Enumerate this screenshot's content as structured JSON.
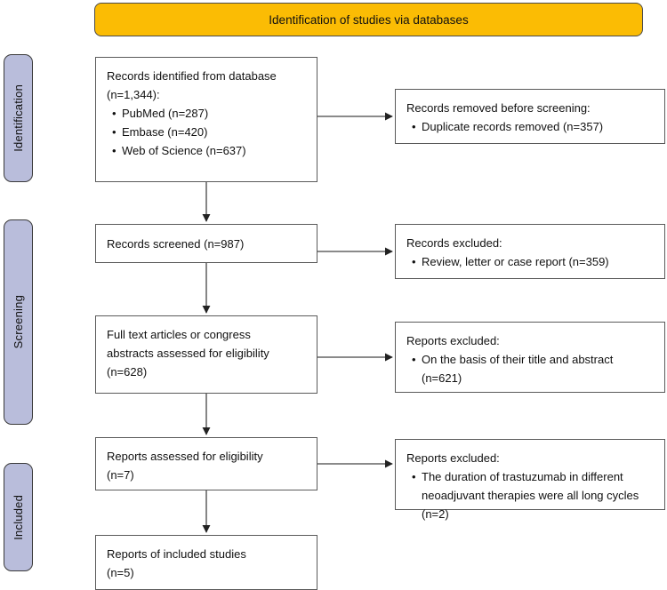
{
  "banner": {
    "label": "Identification of studies via databases",
    "color": "#FBBC04"
  },
  "stages": {
    "identification": "Identification",
    "screening": "Screening",
    "included": "Included",
    "color": "#b9bddb"
  },
  "boxes": {
    "identified": {
      "line1": "Records identified from database",
      "line2": "(n=1,344):",
      "items": [
        "PubMed (n=287)",
        "Embase (n=420)",
        "Web of Science (n=637)"
      ]
    },
    "removed": {
      "line1": "Records removed before screening:",
      "items": [
        "Duplicate records removed (n=357)"
      ]
    },
    "screened": {
      "line1": "Records screened (n=987)"
    },
    "excluded_1": {
      "line1": "Records excluded:",
      "items": [
        "Review, letter or case report (n=359)"
      ]
    },
    "fulltext": {
      "line1": "Full text articles or congress",
      "line2": "abstracts assessed for eligibility",
      "line3": "(n=628)"
    },
    "excluded_2": {
      "line1": "Reports excluded:",
      "items": [
        "On the basis of their title and abstract (n=621)"
      ]
    },
    "reports_assessed": {
      "line1": "Reports assessed for eligibility",
      "line2": "(n=7)"
    },
    "excluded_3": {
      "line1": "Reports excluded:",
      "items": [
        "The duration of trastuzumab in different neoadjuvant therapies were all long cycles (n=2)"
      ]
    },
    "included": {
      "line1": "Reports of included studies",
      "line2": "(n=5)"
    }
  },
  "chart_data": {
    "type": "diagram",
    "title": "PRISMA flow diagram",
    "nodes": [
      {
        "id": "identified",
        "stage": "Identification",
        "label": "Records identified from database (n=1,344): PubMed (n=287); Embase (n=420); Web of Science (n=637)",
        "n": 1344
      },
      {
        "id": "removed",
        "stage": "Identification",
        "label": "Records removed before screening: Duplicate records removed (n=357)",
        "n": 357
      },
      {
        "id": "screened",
        "stage": "Screening",
        "label": "Records screened (n=987)",
        "n": 987
      },
      {
        "id": "excluded_1",
        "stage": "Screening",
        "label": "Records excluded: Review, letter or case report (n=359)",
        "n": 359
      },
      {
        "id": "fulltext",
        "stage": "Screening",
        "label": "Full text articles or congress abstracts assessed for eligibility (n=628)",
        "n": 628
      },
      {
        "id": "excluded_2",
        "stage": "Screening",
        "label": "Reports excluded: On the basis of their title and abstract (n=621)",
        "n": 621
      },
      {
        "id": "reports_assessed",
        "stage": "Screening",
        "label": "Reports assessed for eligibility (n=7)",
        "n": 7
      },
      {
        "id": "excluded_3",
        "stage": "Screening",
        "label": "Reports excluded: The duration of trastuzumab in different neoadjuvant therapies were all long cycles (n=2)",
        "n": 2
      },
      {
        "id": "included",
        "stage": "Included",
        "label": "Reports of included studies (n=5)",
        "n": 5
      }
    ],
    "edges": [
      {
        "from": "identified",
        "to": "removed",
        "direction": "right"
      },
      {
        "from": "identified",
        "to": "screened",
        "direction": "down"
      },
      {
        "from": "screened",
        "to": "excluded_1",
        "direction": "right"
      },
      {
        "from": "screened",
        "to": "fulltext",
        "direction": "down"
      },
      {
        "from": "fulltext",
        "to": "excluded_2",
        "direction": "right"
      },
      {
        "from": "fulltext",
        "to": "reports_assessed",
        "direction": "down"
      },
      {
        "from": "reports_assessed",
        "to": "excluded_3",
        "direction": "right"
      },
      {
        "from": "reports_assessed",
        "to": "included",
        "direction": "down"
      }
    ]
  }
}
